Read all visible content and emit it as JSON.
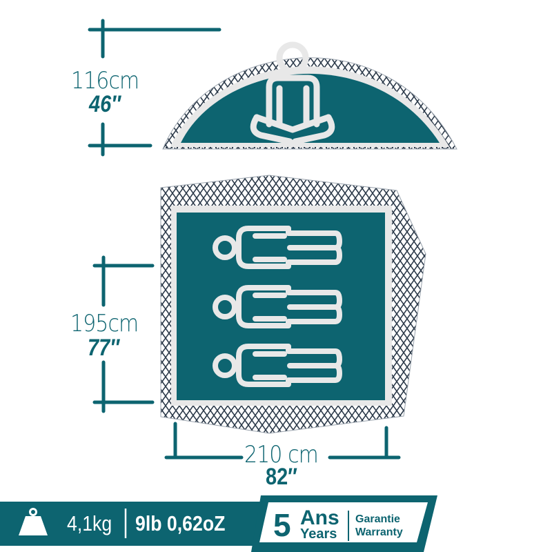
{
  "colors": {
    "teal": "#0d6470",
    "light_gray": "#e8e8e8",
    "mesh": "#2c3a4a",
    "white": "#ffffff"
  },
  "height_dimension": {
    "cm": "116cm",
    "inches": "46″"
  },
  "length_dimension": {
    "cm": "195cm",
    "inches": "77″"
  },
  "width_dimension": {
    "cm": "210 cm",
    "inches": "82″"
  },
  "side_view": {
    "icon": "seated-person-icon",
    "label": "Tent side profile with seated person"
  },
  "floor_plan": {
    "icon": "lying-person-icon",
    "occupants": 3,
    "label": "Tent floor plan with 3 sleeping persons"
  },
  "info_bar": {
    "weight_icon": "weight-icon",
    "weight_metric": "4,1kg",
    "separator": "|",
    "weight_imperial": "9lb 0,62oZ"
  },
  "warranty": {
    "years_number": "5",
    "years_fr": "Ans",
    "years_en": "Years",
    "label_fr": "Garantie",
    "label_en": "Warranty"
  }
}
